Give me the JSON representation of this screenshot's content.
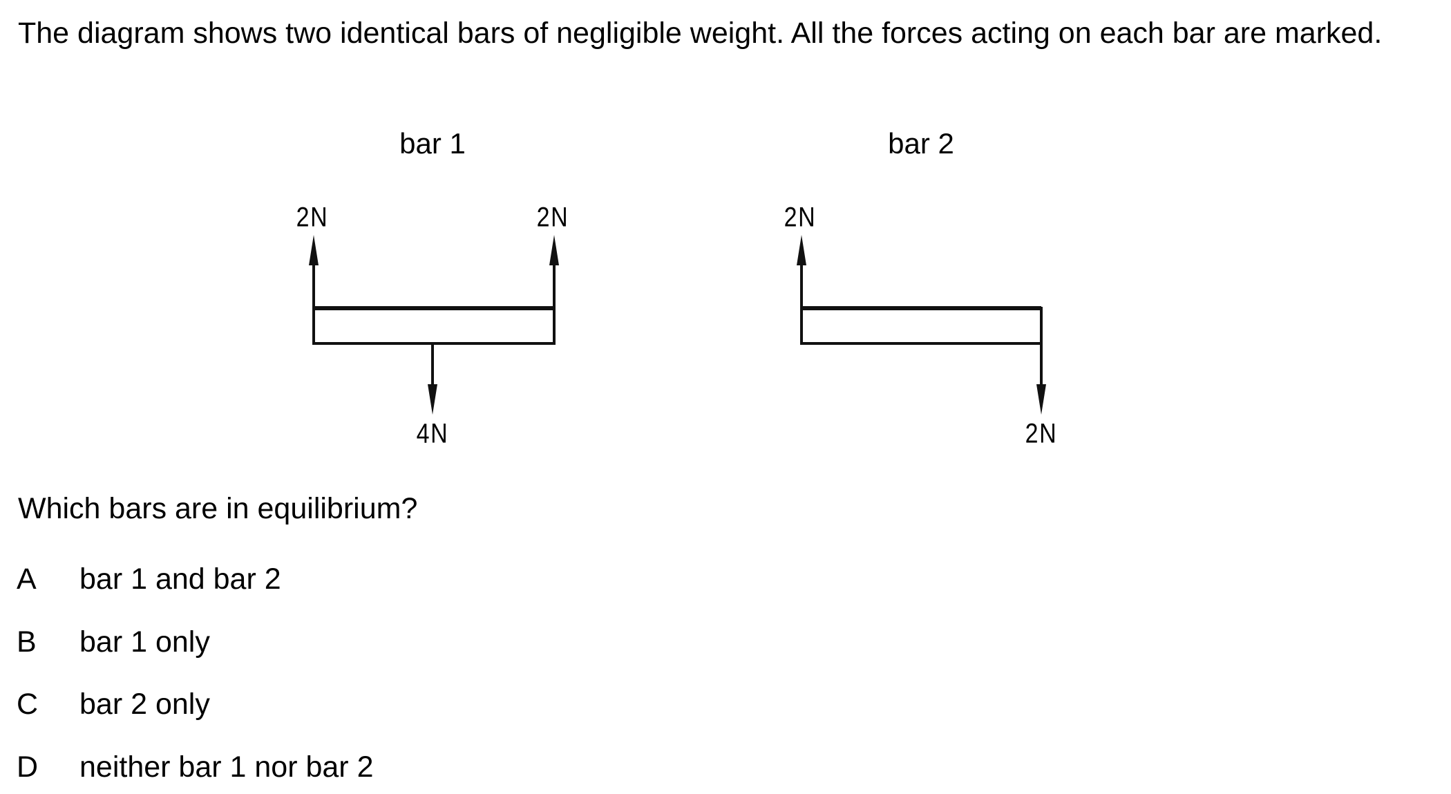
{
  "intro": "The diagram shows two identical bars of negligible weight. All the forces acting on each bar are marked.",
  "diagram": {
    "bar1": {
      "label": "bar 1",
      "forces": [
        "2N",
        "2N",
        "4N"
      ]
    },
    "bar2": {
      "label": "bar 2",
      "forces": [
        "2N",
        "2N"
      ]
    }
  },
  "question": "Which bars are in equilibrium?",
  "options": [
    {
      "letter": "A",
      "text": "bar 1 and bar 2"
    },
    {
      "letter": "B",
      "text": "bar 1 only"
    },
    {
      "letter": "C",
      "text": "bar 2 only"
    },
    {
      "letter": "D",
      "text": "neither bar 1 nor bar 2"
    }
  ]
}
